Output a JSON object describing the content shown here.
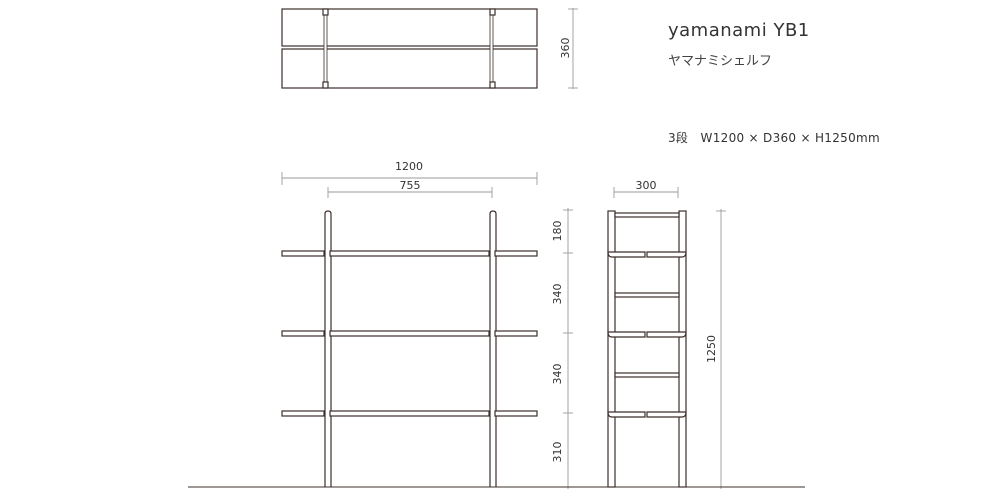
{
  "product": {
    "name": "yamanami YB1",
    "name_kana": "ヤマナミシェルフ",
    "spec": "3段　W1200 × D360 × H1250mm"
  },
  "dimensions": {
    "top_depth": "360",
    "front_width": "1200",
    "post_spacing": "755",
    "side_depth": "300",
    "total_height": "1250",
    "seg_top": "180",
    "seg_2": "340",
    "seg_3": "340",
    "seg_bottom": "310"
  },
  "colors": {
    "line": "#3b2f2b",
    "dimension": "#9a9a9a"
  }
}
